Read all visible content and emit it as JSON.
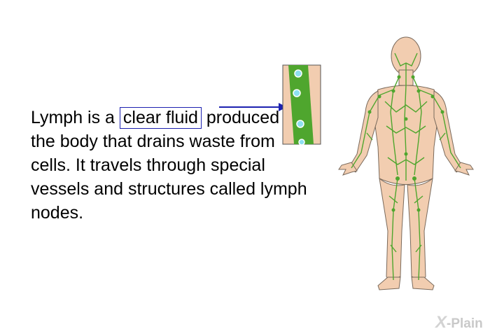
{
  "caption": {
    "before": "Lymph is a ",
    "highlight": "clear fluid",
    "after": " produced by the body that drains waste from cells. It travels through special vessels and structures called lymph nodes."
  },
  "brand": {
    "x": "X",
    "name": "-Plain"
  },
  "colors": {
    "text": "#000000",
    "highlight_border": "#1c21b0",
    "arrow": "#1c21b0",
    "skin": "#f2cdb0",
    "lymph": "#4fa62e",
    "lymph_fluid": "#8ee0f0",
    "watermark": "#c9c9c9"
  },
  "icons": [
    "lymph-vessel-closeup-icon",
    "human-lymphatic-system-icon",
    "x-plain-logo-icon"
  ]
}
